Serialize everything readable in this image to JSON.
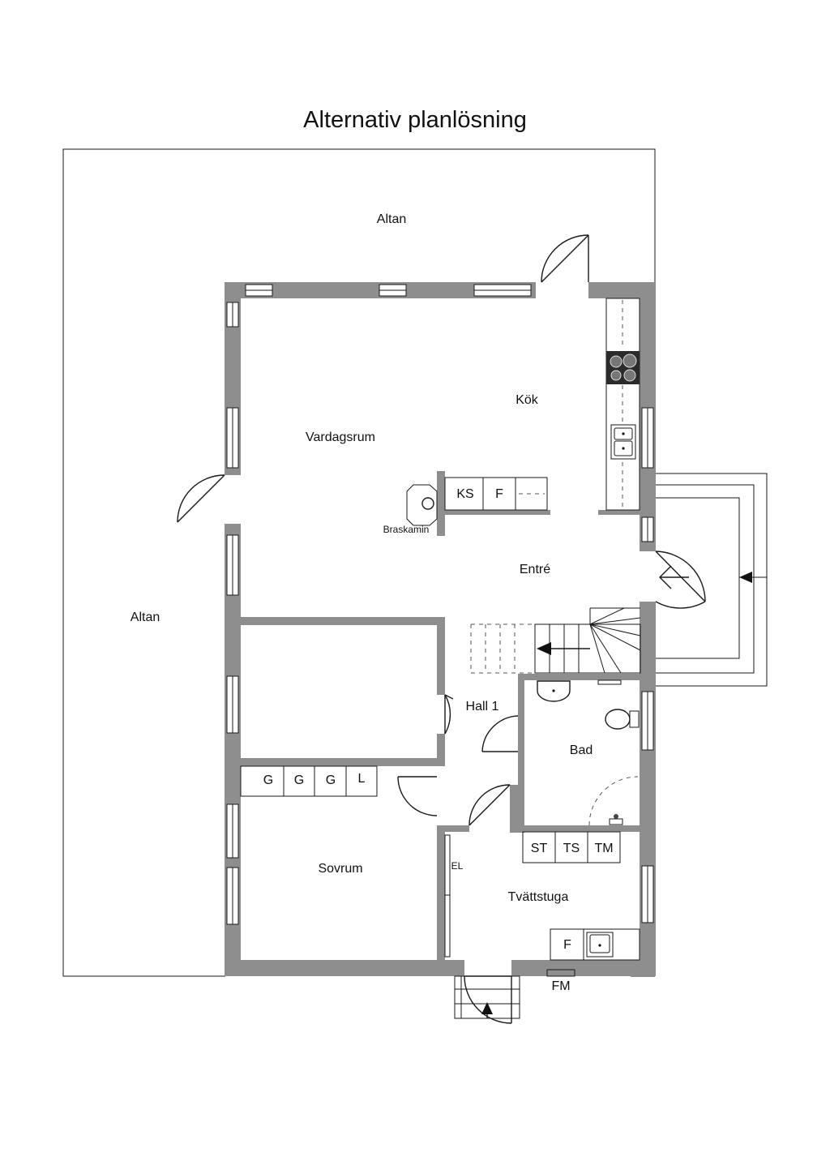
{
  "title": "Alternativ planlösning",
  "rooms": {
    "altan_top": "Altan",
    "altan_left": "Altan",
    "kok": "Kök",
    "vardagsrum": "Vardagsrum",
    "entre": "Entré",
    "hall": "Hall 1",
    "bad": "Bad",
    "sovrum": "Sovrum",
    "tvattstuga": "Tvättstuga"
  },
  "fixtures": {
    "braskamin": "Braskamin",
    "ks": "KS",
    "f_kitchen": "F",
    "wardrobe": [
      "G",
      "G",
      "G",
      "L"
    ],
    "laundry": [
      "ST",
      "TS",
      "TM"
    ],
    "el": "EL",
    "f_laundry": "F",
    "fm": "FM"
  }
}
